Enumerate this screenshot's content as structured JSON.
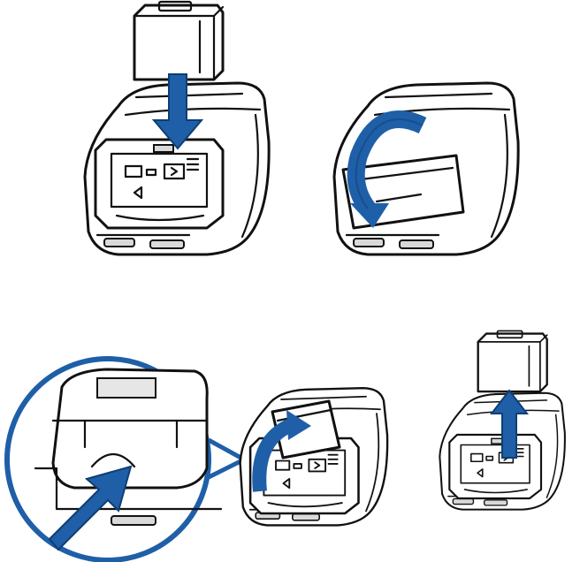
{
  "figure": {
    "steps": [
      {
        "id": "insert-battery",
        "action": "insert",
        "arrow_icon": "arrow-down-icon"
      },
      {
        "id": "close-battery-cover",
        "action": "rotate-close",
        "arrow_icon": "curved-arrow-icon"
      },
      {
        "id": "release-latch-detail",
        "action": "press-latch",
        "arrow_icon": "arrow-diagonal-icon"
      },
      {
        "id": "lift-battery-cover",
        "action": "rotate-open",
        "arrow_icon": "curved-arrow-icon"
      },
      {
        "id": "remove-battery",
        "action": "remove",
        "arrow_icon": "arrow-up-icon"
      }
    ],
    "colors": {
      "accent": "#1f5fa8",
      "accent_dark": "#0e3e73",
      "outline": "#111111",
      "fill": "#ffffff"
    }
  }
}
